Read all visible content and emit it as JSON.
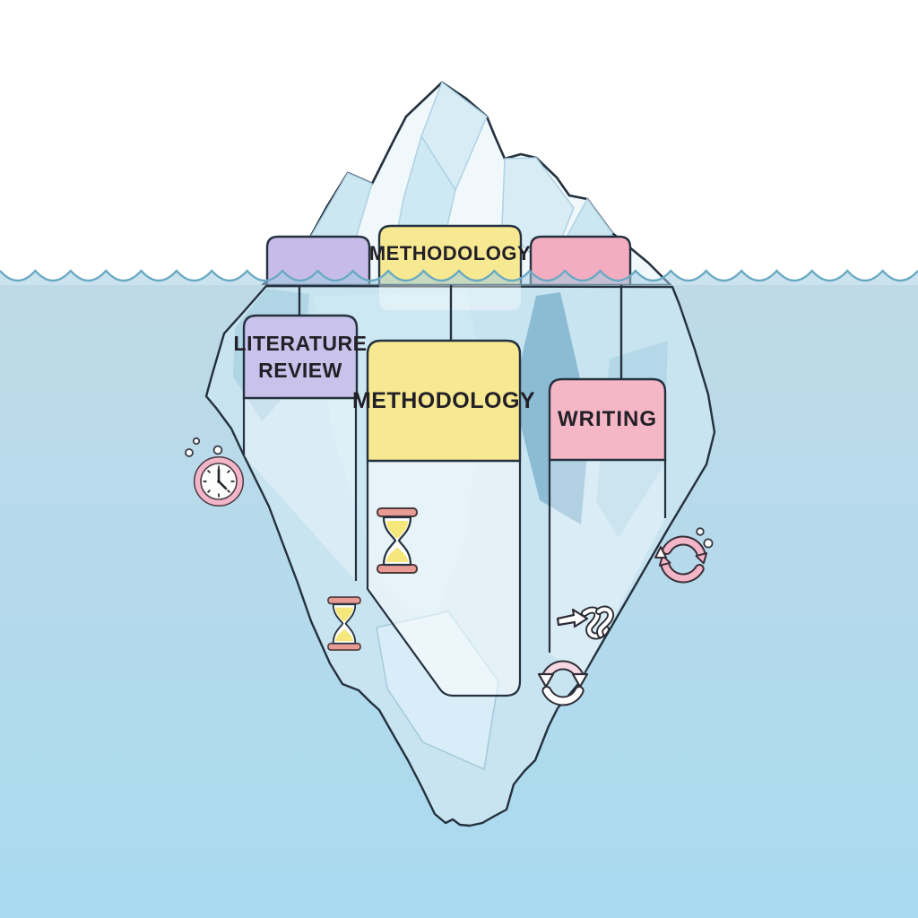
{
  "diagram_type": "iceberg-diagram",
  "labels": {
    "surface_box": "METHODOLOGY",
    "literature_review": {
      "line1": "LITERATURE",
      "line2": "REVIEW"
    },
    "methodology": "METHODOLOGY",
    "writing": "WRITING"
  },
  "surface_boxes": [
    {
      "name": "purple-surface-box",
      "label": ""
    },
    {
      "name": "yellow-surface-box",
      "label": "METHODOLOGY"
    },
    {
      "name": "pink-surface-box",
      "label": ""
    }
  ],
  "icons": [
    {
      "name": "clock-icon"
    },
    {
      "name": "hourglass-icon-large"
    },
    {
      "name": "hourglass-icon-small"
    },
    {
      "name": "refresh-cycle-icon-right"
    },
    {
      "name": "tangled-arrow-icon"
    },
    {
      "name": "refresh-cycle-icon-bottom"
    },
    {
      "name": "bubbles"
    }
  ],
  "colors": {
    "box-purple": "#c7bce9",
    "box-purple-deep": "#c9c2ea",
    "box-yellow": "#f7e992",
    "box-pink": "#f3adc0",
    "box-pink-deep": "#f5b6c6",
    "water-top": "#c2dce8",
    "water-bottom": "#a9daf0",
    "wave-line": "#69a9c3",
    "ice-white": "#f0f8fc",
    "ice-light": "#d8ecf6",
    "ice-mid": "#b0d5e5",
    "ice-deep": "#8cbbd4",
    "ice-under": "#c9e4f1",
    "outline": "#24313e",
    "text": "#221f26",
    "icon-pink": "#f3b5c8",
    "icon-pink-pale": "#f7d9e4",
    "sand-yellow": "#f6e77d",
    "cap-pink": "#e89b94"
  }
}
